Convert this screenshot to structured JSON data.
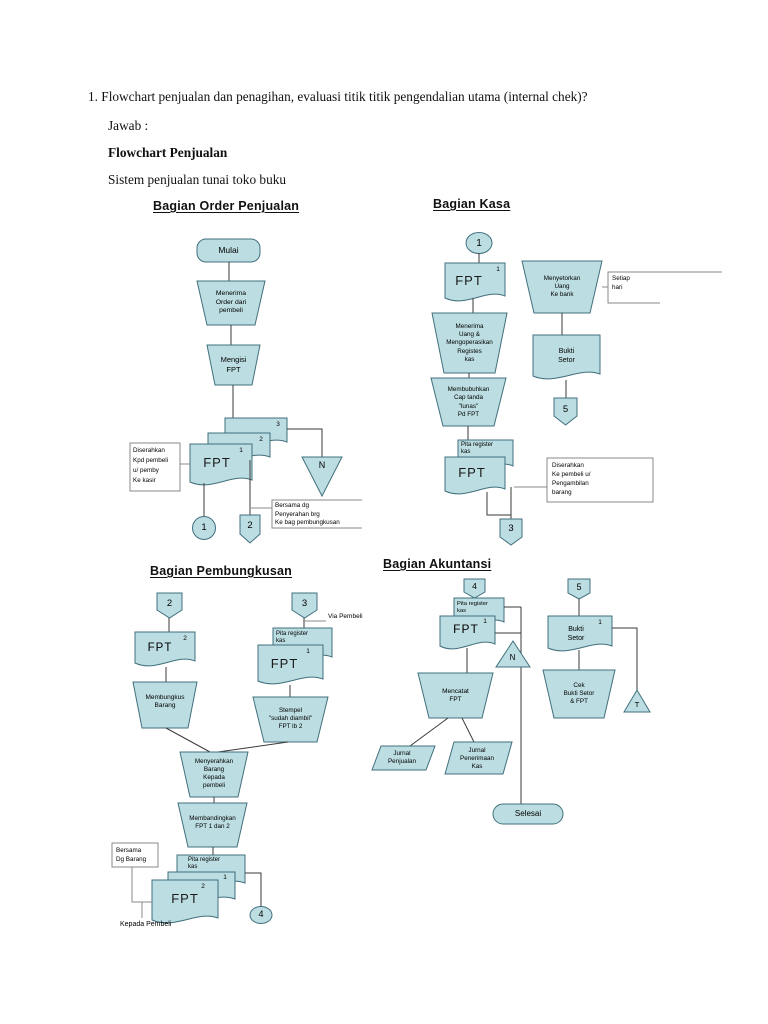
{
  "header": {
    "question": "1.  Flowchart penjualan dan penagihan, evaluasi titik titik pengendalian utama (internal chek)?",
    "jawab": "Jawab :",
    "flowchart_title": "Flowchart Penjualan",
    "subtitle": "Sistem penjualan tunai toko buku"
  },
  "colors": {
    "shape_fill": "#bcdde1",
    "shape_stroke": "#41707e",
    "connector": "#3a3a3a"
  },
  "order": {
    "title": "Bagian Order Penjualan",
    "mulai": "Mulai",
    "menerima_order": "Menerima\nOrder dari\npembeli",
    "mengisi_fpt": "Mengisi\nFPT",
    "fpt": "FPT",
    "copy1": "1",
    "copy2": "2",
    "copy3": "3",
    "note_kasir": "Diserahkan\nKpd pembeli\nu/ pemby\nKe kasir",
    "archive_n": "N",
    "conn_1": "1",
    "conn_2": "2",
    "note_bersama": "Bersama dg\nPenyerahan brg\nKe bag pembungkusan"
  },
  "kasa": {
    "title": "Bagian Kasa",
    "conn_1": "1",
    "fpt": "FPT",
    "fpt_copy": "1",
    "menerima_uang": "Menerima\nUang &\nMengoperasikan\nRegistes\nkas",
    "membubuhkan": "Membubuhkan\nCap tanda\n\"lunas\"\nPd FPT",
    "pita_register": "Pita register\nkas",
    "fpt2": "FPT",
    "note_diserahkan": "Diserahkan\nKe pembeli u/\nPengambilan\nbarang",
    "conn_3": "3",
    "menyetorkan": "Menyetorkan\nUang\nKe bank",
    "note_setiap": "Setiap\nhari",
    "bukti_setor": "Bukti\nSetor",
    "conn_5": "5"
  },
  "bungkus": {
    "title": "Bagian Pembungkusan",
    "conn_2": "2",
    "conn_3": "3",
    "via_pembeli": "Via Pembeli",
    "fpt_left": "FPT",
    "fpt_left_copy": "2",
    "membungkus": "Membungkus\nBarang",
    "pita_register": "Pita register\nkas",
    "fpt_right": "FPT",
    "fpt_right_copy": "1",
    "stempel": "Stempel\n\"sudah diambil\"\nFPT lb 2",
    "menyerahkan": "Menyerahkan\nBarang\nKepada\npembeli",
    "membandingkan": "Membandingkan\nFPT 1 dan 2",
    "pita_register2": "Pita register\nkas",
    "doc_mid_copy": "1",
    "fpt_bottom": "FPT",
    "fpt_bottom_copy": "2",
    "note_bersama": "Bersama\nDg Barang",
    "kepada_pembeli": "Kepada Pembeli",
    "conn_4": "4"
  },
  "akun": {
    "title": "Bagian Akuntansi",
    "conn_4": "4",
    "pita_register": "Pita register\nkas",
    "fpt": "FPT",
    "fpt_copy": "1",
    "archive_n": "N",
    "mencatat": "Mencatat\nFPT",
    "jurnal_penjualan": "Jurnal\nPenjualan",
    "jurnal_penerimaan": "Jurnal\nPenerimaan\nKas",
    "selesai": "Selesai",
    "conn_5": "5",
    "bukti_setor": "Bukti\nSetor",
    "bukti_copy": "1",
    "cek": "Cek\nBukti Setor\n& FPT",
    "archive_t": "T"
  }
}
